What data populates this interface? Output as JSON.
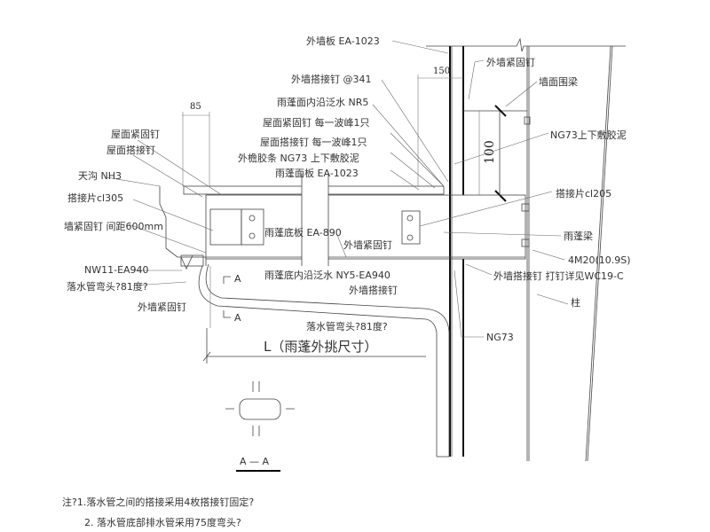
{
  "labels": {
    "wall_panel": "外墙板 EA-1023",
    "wall_fastener_top": "外墙紧固钉",
    "wall_girt": "墙面围梁",
    "wall_lap_341": "外墙搭接钉 @341",
    "canopy_top_flashing": "雨蓬面内沿泛水 NR5",
    "roof_fastener_each": "屋面紧固钉 每一波峰1只",
    "roof_fastener": "屋面紧固钉",
    "roof_lap": "屋面搭接钉",
    "roof_lap_each": "屋面搭接钉 每一波峰1只",
    "eave_strip": "外檐胶条 NG73 上下敷胶泥",
    "ng73_sealant": "NG73上下敷胶泥",
    "canopy_panel": "雨蓬面板 EA-1023",
    "gutter": "天沟 NH3",
    "lap_plate_305": "搭接片cl305",
    "lap_plate_205": "搭接片cl205",
    "wall_fastener_spacing": "墙紧固钉 间距600mm",
    "canopy_soffit": "雨蓬底板 EA-890",
    "wall_fastener_mid": "外墙紧固钉",
    "canopy_beam": "雨蓬梁",
    "bolts": "4M20(10.9S)",
    "nw11": "NW11-EA940",
    "soffit_flashing": "雨蓬底内沿泛水 NY5-EA940",
    "wall_lap_detail": "外墙搭接钉  打钉详见WC19-C",
    "elbow_left": "落水管弯头?81度?",
    "wall_lap_mid": "外墙搭接钉",
    "column": "柱",
    "wall_fastener_low": "外墙紧固钉",
    "elbow_right": "落水管弯头?81度?",
    "ng73": "NG73",
    "overhang": "L（雨蓬外挑尺寸）",
    "section_mark_top": "A",
    "section_mark_bottom": "A",
    "section_title": "A — A"
  },
  "dimensions": {
    "d85": "85",
    "d150": "150",
    "d100": "100"
  },
  "notes": [
    "注?1.落水管之间的搭接采用4枚搭接钉固定?",
    "2. 落水管底部排水管采用75度弯头?"
  ]
}
